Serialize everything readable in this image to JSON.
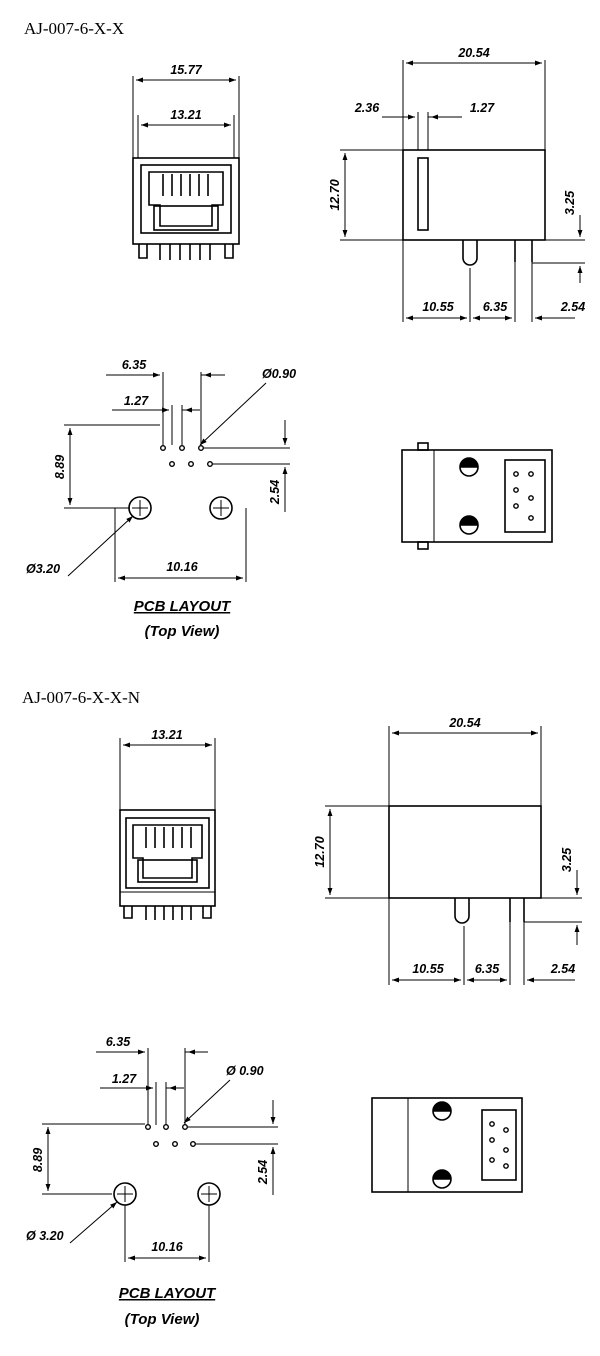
{
  "titles": {
    "top": "AJ-007-6-X-X",
    "bottom": "AJ-007-6-X-X-N"
  },
  "top": {
    "front": {
      "outer_width": "15.77",
      "inner_width": "13.21"
    },
    "side": {
      "length": "20.54",
      "offset_a": "2.36",
      "offset_b": "1.27",
      "height": "12.70",
      "pin_length": "3.25",
      "pos_a": "10.55",
      "pos_b": "6.35",
      "pos_c": "2.54"
    },
    "pcb": {
      "span_small": "6.35",
      "pitch": "1.27",
      "hole_small": "Ø0.90",
      "vertical": "8.89",
      "row_pitch": "2.54",
      "hole_large": "Ø3.20",
      "span_large": "10.16",
      "caption_line1": "PCB LAYOUT",
      "caption_line2": "(Top View)"
    }
  },
  "bottom": {
    "front": {
      "inner_width": "13.21"
    },
    "side": {
      "length": "20.54",
      "height": "12.70",
      "pin_length": "3.25",
      "pos_a": "10.55",
      "pos_b": "6.35",
      "pos_c": "2.54"
    },
    "pcb": {
      "span_small": "6.35",
      "pitch": "1.27",
      "hole_small": "Ø 0.90",
      "vertical": "8.89",
      "row_pitch": "2.54",
      "hole_large": "Ø 3.20",
      "span_large": "10.16",
      "caption_line1": "PCB LAYOUT",
      "caption_line2": "(Top View)"
    }
  }
}
